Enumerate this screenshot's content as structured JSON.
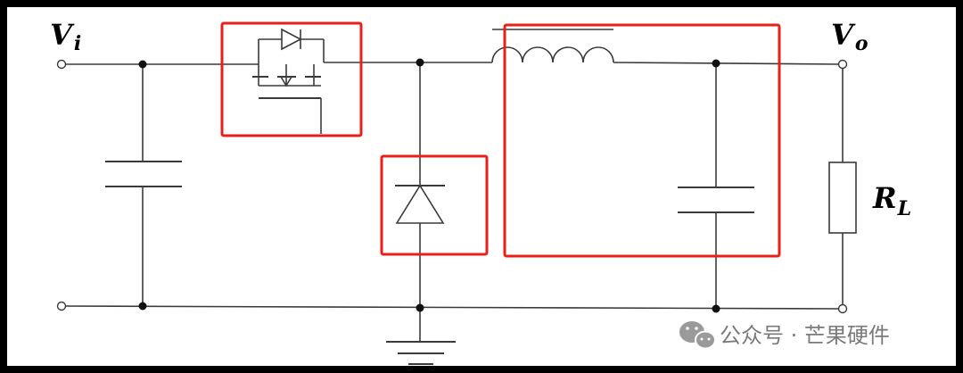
{
  "labels": {
    "vi_main": "V",
    "vi_sub": "i",
    "vo_main": "V",
    "vo_sub": "o",
    "rl_main": "R",
    "rl_sub": "L"
  },
  "watermark": {
    "icon": "wechat-icon",
    "text": "公众号 · 芒果硬件"
  },
  "colors": {
    "wire": "#3a3a3a",
    "highlight": "#e8201a",
    "frame": "#000000"
  }
}
